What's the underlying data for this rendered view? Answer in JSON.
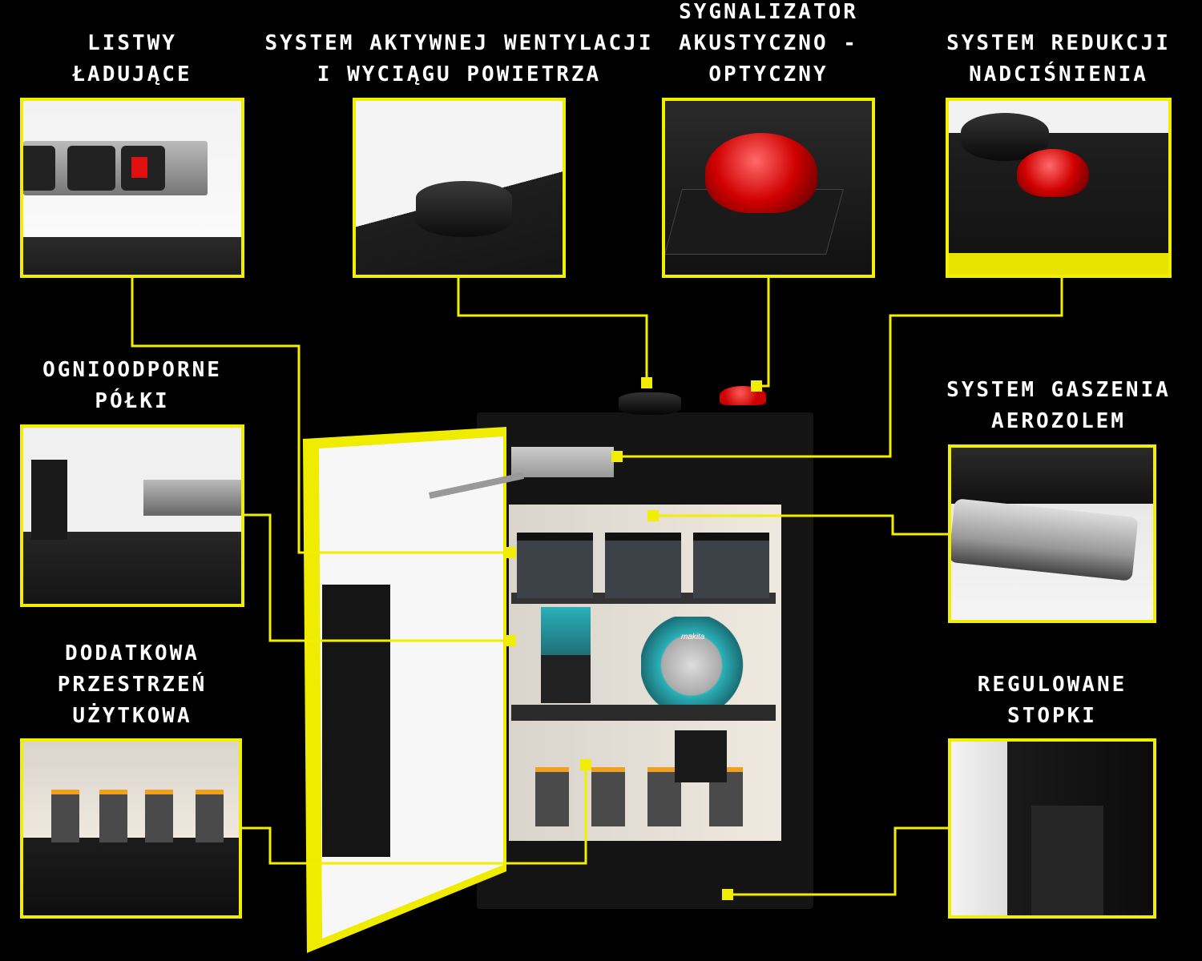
{
  "accent_color": "#f2ee00",
  "features": {
    "charging_strips": {
      "lines": [
        "LISTWY",
        "ŁADUJĄCE"
      ]
    },
    "ventilation": {
      "lines": [
        "SYSTEM AKTYWNEJ WENTYLACJI",
        "I WYCIĄGU POWIETRZA"
      ]
    },
    "signaler": {
      "lines": [
        "SYGNALIZATOR",
        "AKUSTYCZNO -",
        "OPTYCZNY"
      ]
    },
    "pressure_relief": {
      "lines": [
        "SYSTEM REDUKCJI",
        "NADCIŚNIENIA"
      ]
    },
    "fireproof_shelves": {
      "lines": [
        "OGNIOODPORNE",
        "PÓŁKI"
      ]
    },
    "aerosol_extinguishing": {
      "lines": [
        "SYSTEM GASZENIA",
        "AEROZOLEM"
      ]
    },
    "extra_storage": {
      "lines": [
        "DODATKOWA",
        "PRZESTRZEŃ",
        "UŻYTKOWA"
      ]
    },
    "adjustable_feet": {
      "lines": [
        "REGULOWANE",
        "STOPKI"
      ]
    }
  },
  "product_brand": "makita"
}
